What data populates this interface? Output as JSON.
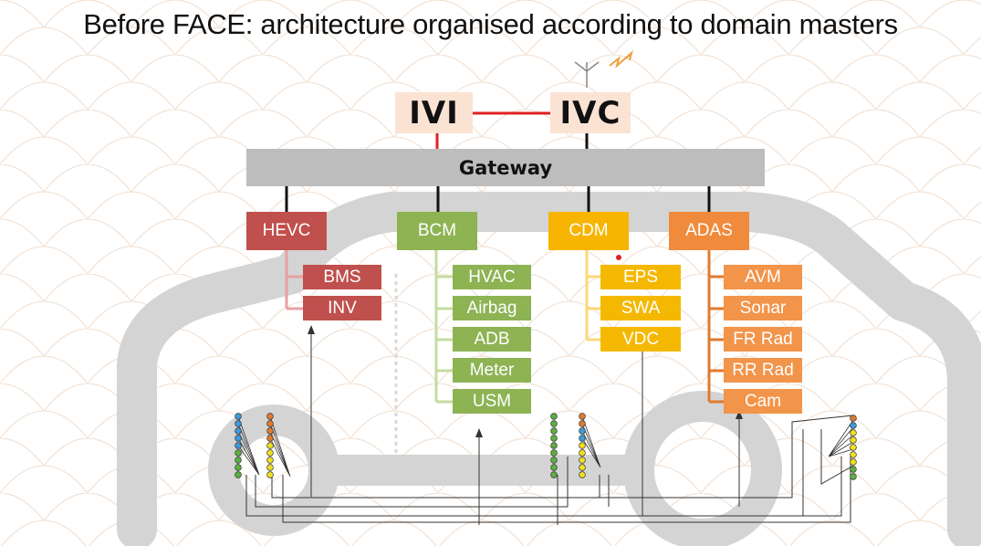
{
  "title": "Before FACE: architecture organised according to domain masters",
  "top_nodes": {
    "ivi": "IVI",
    "ivc": "IVC"
  },
  "gateway": "Gateway",
  "domains": [
    {
      "label": "HEVC",
      "color": "#c0504d",
      "children": [
        "BMS",
        "INV"
      ]
    },
    {
      "label": "BCM",
      "color": "#8db353",
      "children": [
        "HVAC",
        "Airbag",
        "ADB",
        "Meter",
        "USM"
      ]
    },
    {
      "label": "CDM",
      "color": "#f7b400",
      "children": [
        "EPS",
        "SWA",
        "VDC"
      ]
    },
    {
      "label": "ADAS",
      "color": "#f08a3c",
      "children": [
        "AVM",
        "Sonar",
        "FR Rad",
        "RR Rad",
        "Cam"
      ]
    }
  ],
  "colors": {
    "ivi_ivc_link": "#e02020",
    "car_silhouette": "#d4d4d4",
    "background_pattern": "#f3e3d6",
    "sensor_blue": "#3d9ad6",
    "sensor_green": "#5bb040",
    "sensor_orange": "#e07a30",
    "sensor_yellow": "#f0e020"
  },
  "icons": [
    "antenna-icon",
    "wireless-signal-icon"
  ]
}
